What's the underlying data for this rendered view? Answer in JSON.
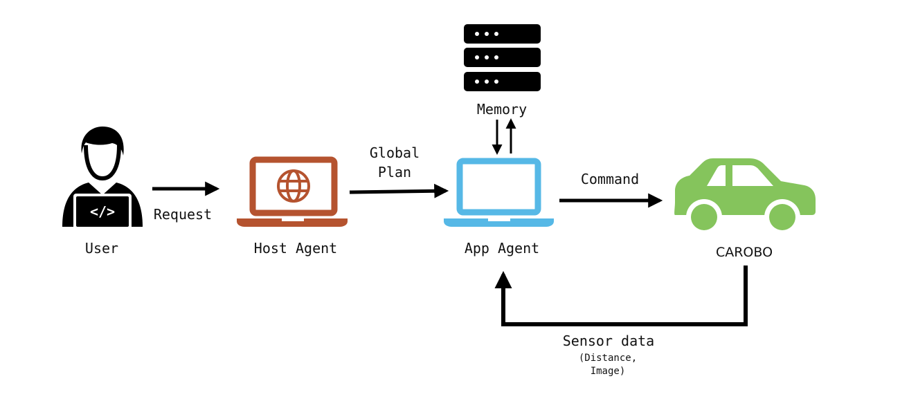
{
  "nodes": {
    "user": {
      "label": "User"
    },
    "host_agent": {
      "label": "Host Agent"
    },
    "app_agent": {
      "label": "App Agent"
    },
    "memory": {
      "label": "Memory"
    },
    "carobo": {
      "label": "CAROBO"
    }
  },
  "edges": {
    "request": {
      "label": "Request"
    },
    "global_plan": {
      "line1": "Global",
      "line2": "Plan"
    },
    "command": {
      "label": "Command"
    },
    "sensor_data": {
      "label": "Sensor data",
      "detail_line1": "(Distance,",
      "detail_line2": "Image)"
    }
  },
  "colors": {
    "host_agent": "#b5532f",
    "app_agent": "#56b8e6",
    "carobo": "#85c45c",
    "icon_dark": "#000000"
  }
}
